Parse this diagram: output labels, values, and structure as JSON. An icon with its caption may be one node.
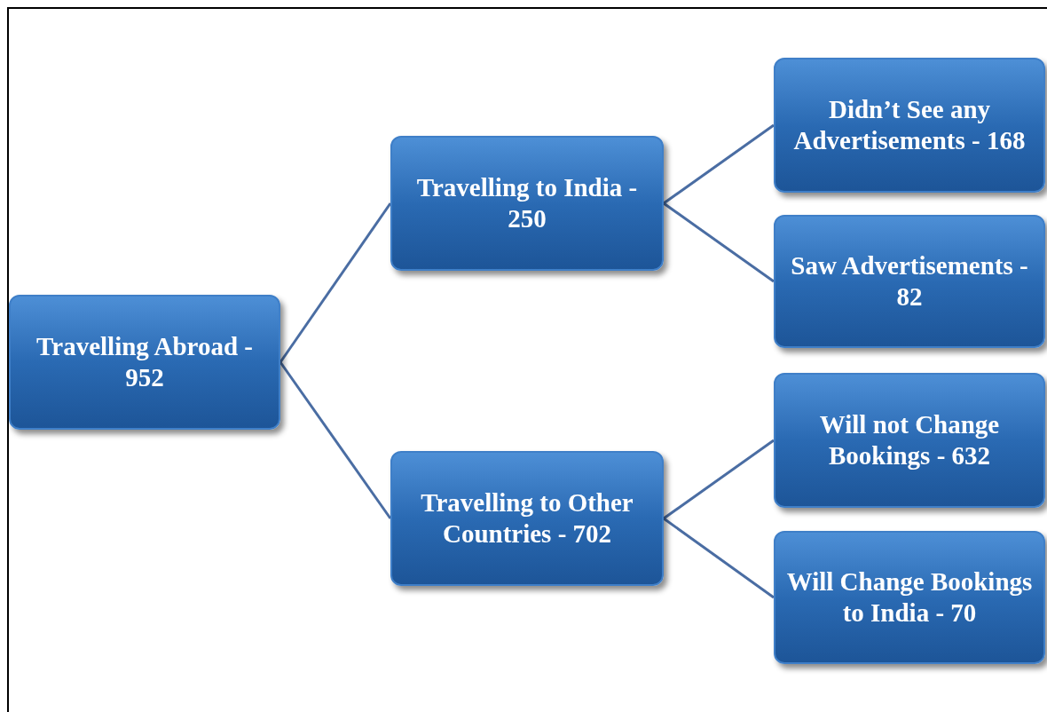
{
  "diagram": {
    "nodes": [
      {
        "text": [
          "Travelling Abroad - 952"
        ]
      },
      {
        "text": [
          "Travelling to India - 250"
        ]
      },
      {
        "text": [
          "Travelling to Other Countries - 702"
        ]
      },
      {
        "text": [
          "Didn’t See any Advertisements - 168"
        ]
      },
      {
        "text": [
          "Saw Advertisements - 82"
        ]
      },
      {
        "text": [
          "Will not Change Bookings - 632"
        ]
      },
      {
        "text": [
          "Will Change Bookings to India - 70"
        ]
      }
    ],
    "edges": [
      {
        "from": 0,
        "to": 1,
        "arrow": "none"
      },
      {
        "from": 0,
        "to": 2,
        "arrow": "none"
      },
      {
        "from": 1,
        "to": 3,
        "arrow": "none"
      },
      {
        "from": 1,
        "to": 4,
        "arrow": "none"
      },
      {
        "from": 2,
        "to": 5,
        "arrow": "none"
      },
      {
        "from": 2,
        "to": 6,
        "arrow": "none"
      }
    ]
  }
}
